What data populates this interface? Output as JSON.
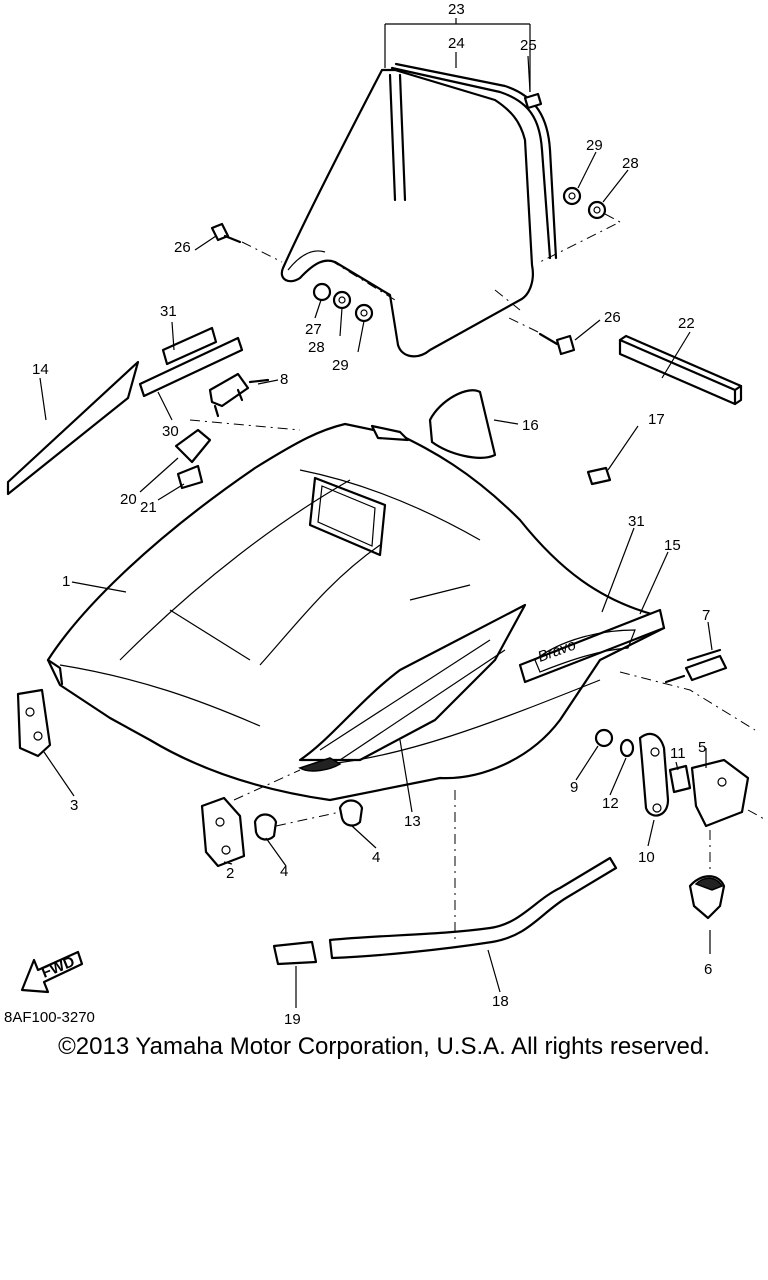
{
  "diagram": {
    "part_numbers": {
      "p1": "1",
      "p2": "2",
      "p3": "3",
      "p4a": "4",
      "p4b": "4",
      "p5": "5",
      "p6": "6",
      "p7": "7",
      "p8": "8",
      "p9": "9",
      "p10": "10",
      "p11": "11",
      "p12": "12",
      "p13": "13",
      "p14": "14",
      "p15": "15",
      "p16": "16",
      "p17": "17",
      "p18": "18",
      "p19": "19",
      "p20": "20",
      "p21": "21",
      "p22": "22",
      "p23": "23",
      "p24": "24",
      "p25": "25",
      "p26a": "26",
      "p26b": "26",
      "p27": "27",
      "p28a": "28",
      "p28b": "28",
      "p29a": "29",
      "p29b": "29",
      "p30": "30",
      "p31a": "31",
      "p31b": "31"
    },
    "fwd_label": "FWD",
    "drawing_code": "8AF100-3270",
    "logo_script": "Bravo"
  },
  "copyright": "©2013 Yamaha Motor Corporation, U.S.A. All rights reserved."
}
